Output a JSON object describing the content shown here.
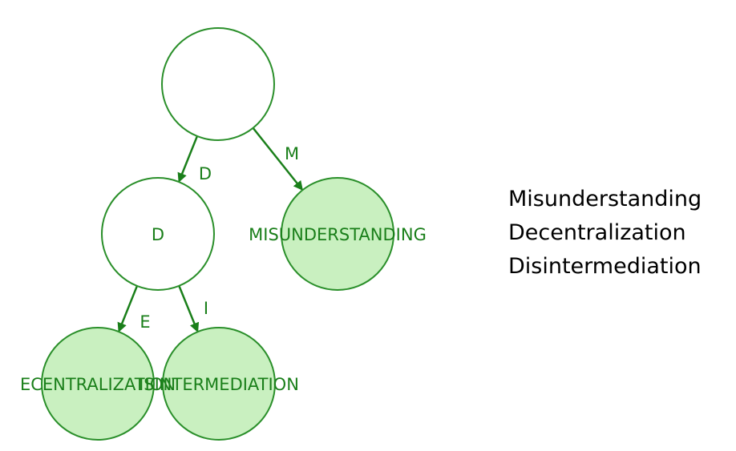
{
  "colors": {
    "edge": "#1a7f1a",
    "node_stroke": "#2a8f2a",
    "leaf_fill": "#c9f0c0",
    "internal_fill": "#ffffff",
    "label": "#1a7f1a",
    "word_text": "#000000"
  },
  "tree": {
    "nodes": [
      {
        "id": "root",
        "label": "",
        "leaf": false
      },
      {
        "id": "d",
        "label": "D",
        "leaf": false
      },
      {
        "id": "misunderstanding",
        "label": "MISUNDERSTANDING",
        "leaf": true
      },
      {
        "id": "ecentralization",
        "label": "ECENTRALIZATION",
        "leaf": true
      },
      {
        "id": "intermediation",
        "label": "ISINTERMEDIATION",
        "leaf": true
      }
    ],
    "edges": [
      {
        "from": "root",
        "to": "d",
        "label": "D"
      },
      {
        "from": "root",
        "to": "misunderstanding",
        "label": "M"
      },
      {
        "from": "d",
        "to": "ecentralization",
        "label": "E"
      },
      {
        "from": "d",
        "to": "intermediation",
        "label": "I"
      }
    ]
  },
  "word_list": [
    "Misunderstanding",
    "Decentralization",
    "Disintermediation"
  ]
}
